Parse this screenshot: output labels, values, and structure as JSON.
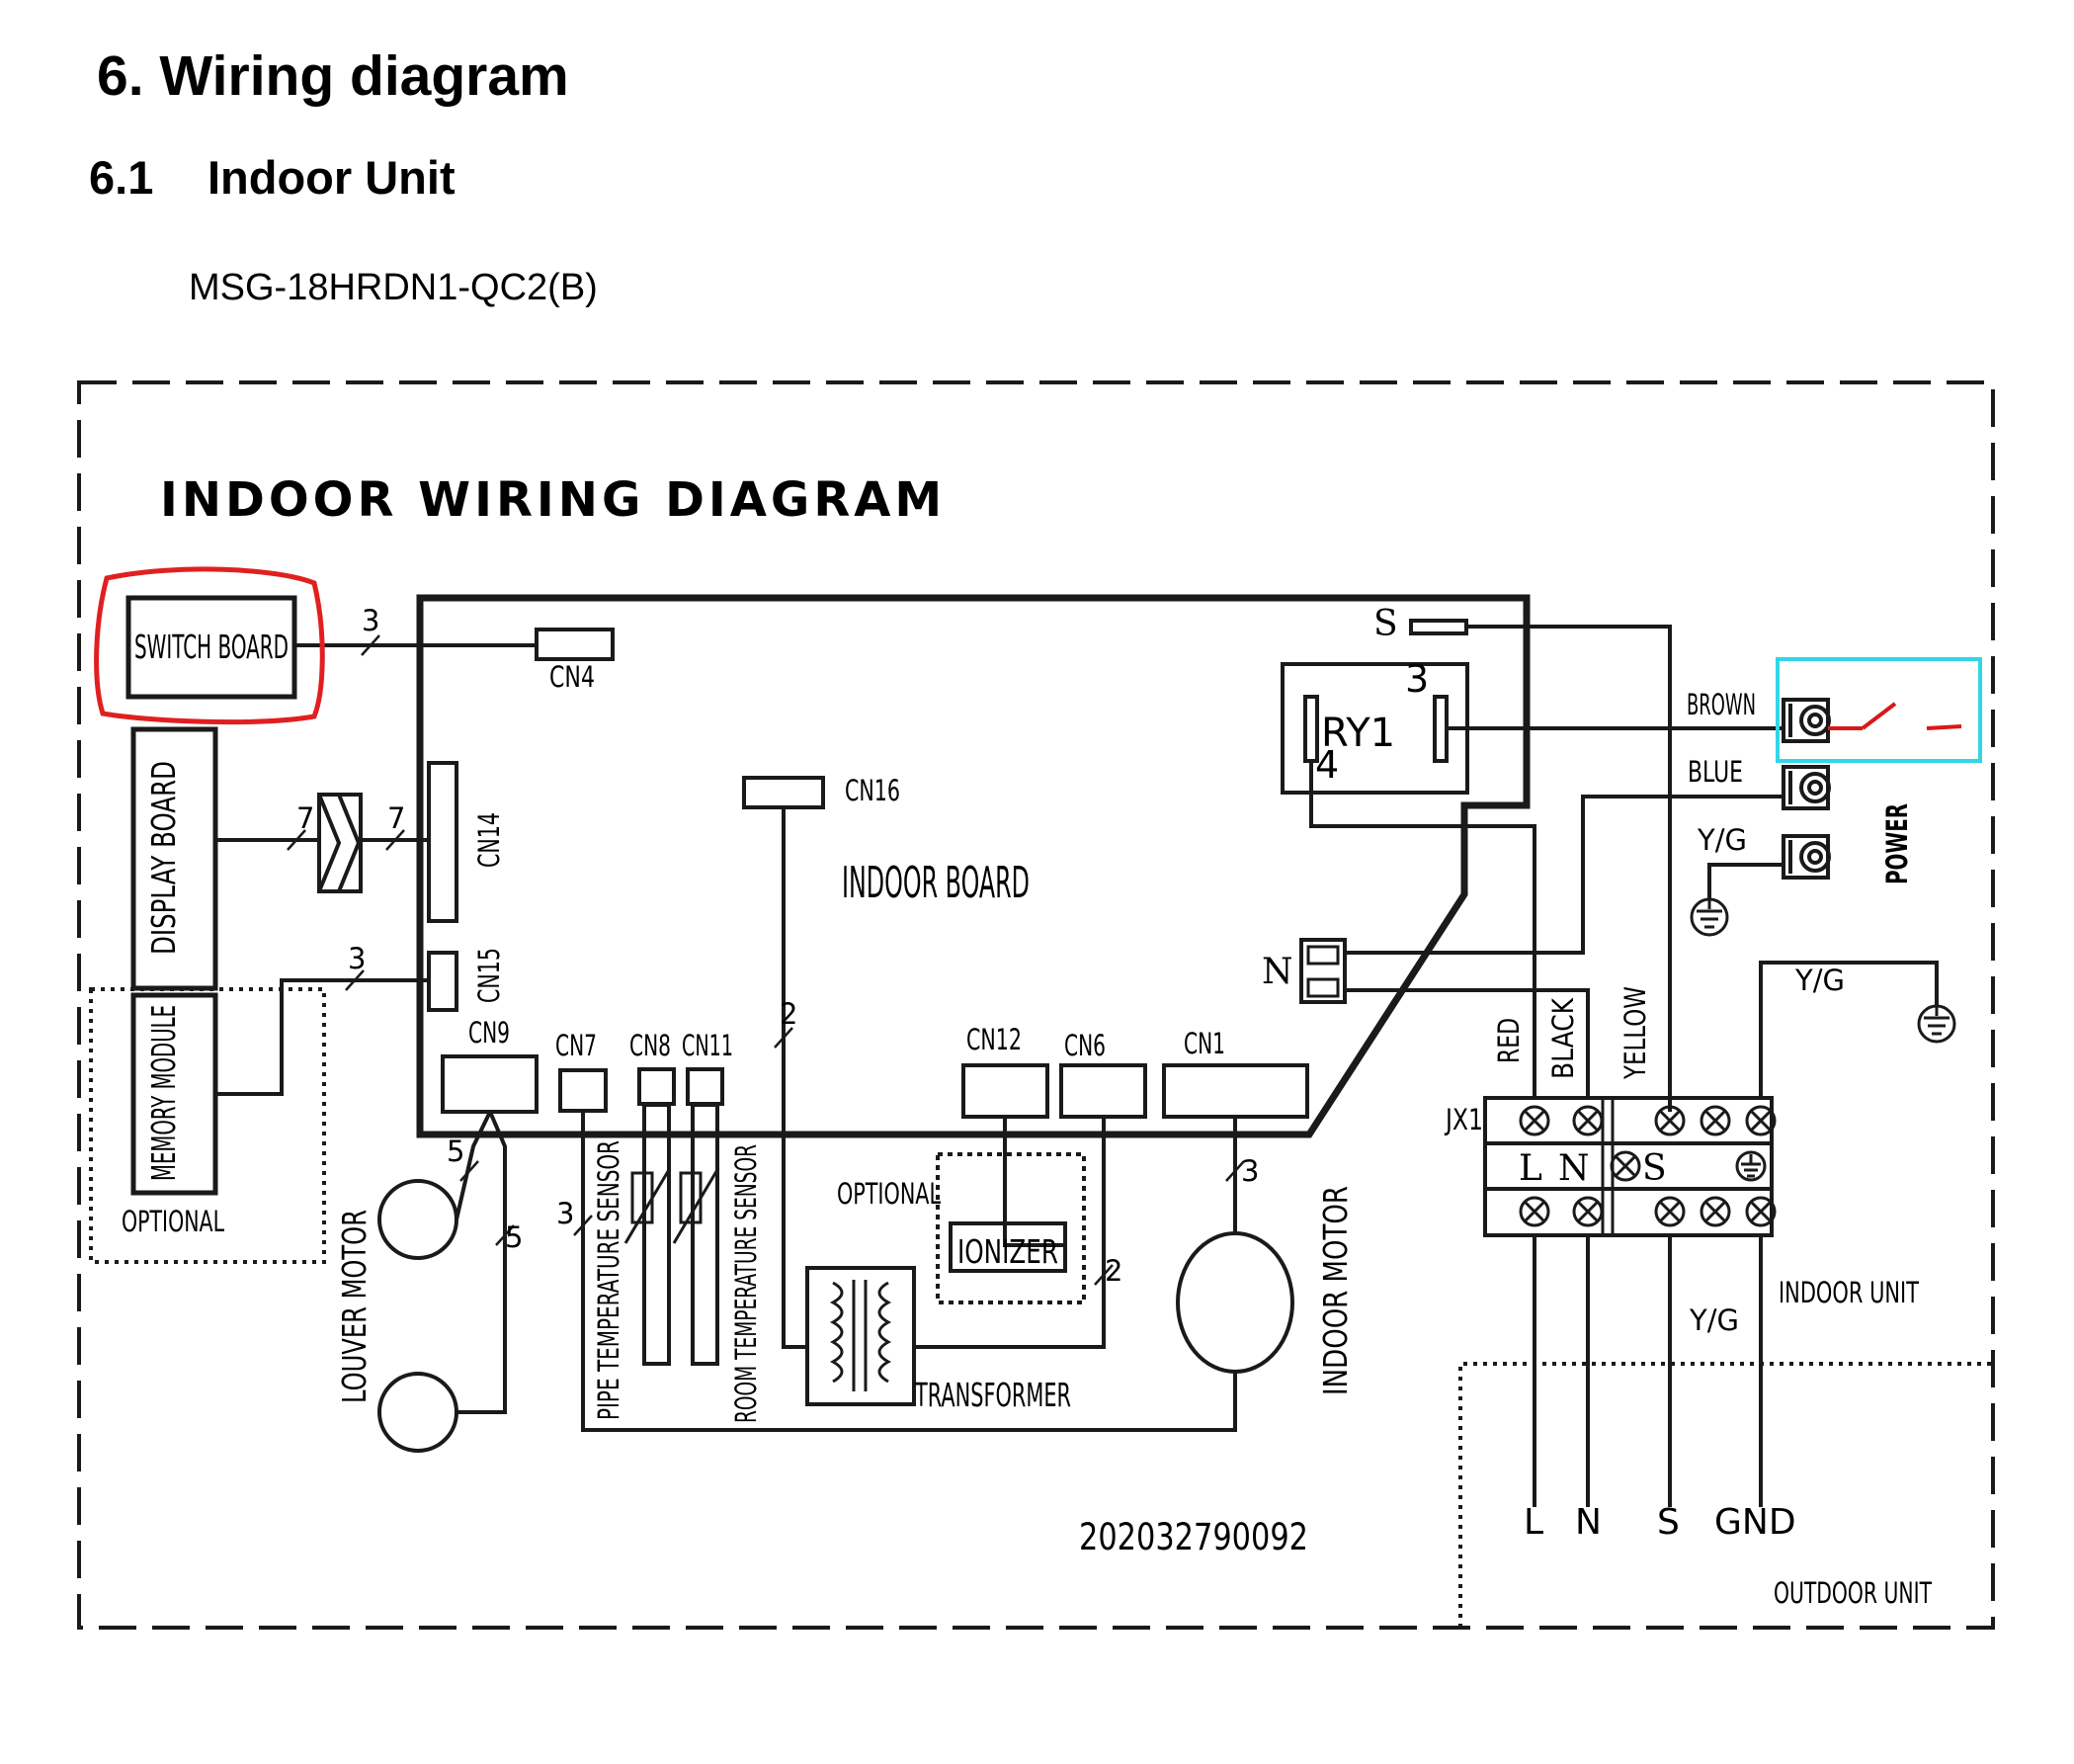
{
  "heading": "6. Wiring diagram",
  "subheading": {
    "number": "6.1",
    "title": "Indoor Unit"
  },
  "model": "MSG-18HRDN1-QC2(B)",
  "diagram": {
    "title": "INDOOR WIRING DIAGRAM",
    "labels": {
      "switch_board": "SWITCH BOARD",
      "display_board": "DISPLAY BOARD",
      "memory_module": "MEMORY MODULE",
      "optional_left": "OPTIONAL",
      "louver_motor": "LOUVER MOTOR",
      "pipe_sensor": "PIPE TEMPERATURE SENSOR",
      "room_sensor": "ROOM TEMPERATURE SENSOR",
      "optional_mid": "OPTIONAL",
      "ionizer": "IONIZER",
      "transformer": "TRANSFORMER",
      "indoor_motor": "INDOOR MOTOR",
      "indoor_board": "INDOOR BOARD",
      "ry1": "RY1",
      "ry1_pin3": "3",
      "ry1_pin4": "4",
      "s_term": "S",
      "n_term": "N",
      "cn4": "CN4",
      "cn14": "CN14",
      "cn15": "CN15",
      "cn16": "CN16",
      "cn9": "CN9",
      "cn7": "CN7",
      "cn8": "CN8",
      "cn11": "CN11",
      "cn12": "CN12",
      "cn6": "CN6",
      "cn1": "CN1",
      "brown": "BROWN",
      "blue": "BLUE",
      "yg_power": "Y/G",
      "power": "POWER",
      "red": "RED",
      "black": "BLACK",
      "yellow": "YELLOW",
      "jx1": "JX1",
      "term_L": "L",
      "term_N": "N",
      "term_S": "S",
      "yg_right": "Y/G",
      "yg_lower": "Y/G",
      "indoor_unit": "INDOOR UNIT",
      "outdoor_unit": "OUTDOOR UNIT",
      "out_L": "L",
      "out_N": "N",
      "out_S": "S",
      "out_GND": "GND",
      "code": "202032790092",
      "w3_switch": "3",
      "w7_a": "7",
      "w7_b": "7",
      "w3_cn15": "3",
      "w2_cn16": "2",
      "w5_a": "5",
      "w5_b": "5",
      "w3_pipe": "3",
      "w2_ion": "2",
      "w3_motor": "3"
    },
    "colors": {
      "line": "#1a1a1a",
      "switch_highlight": "#e02020",
      "power_highlight": "#33d6e6",
      "switch_mark": "#d81818"
    }
  }
}
